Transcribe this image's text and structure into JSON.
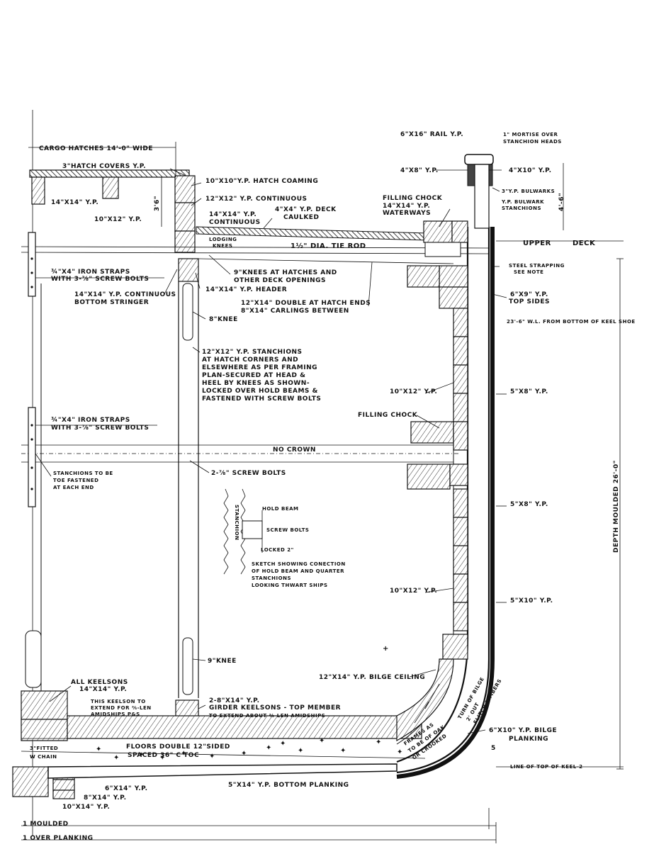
{
  "labels": {
    "cargo_hatches": "CARGO HATCHES 14'-0\" WIDE",
    "hatch_cover": "3\"HATCH COVERS Y.P.",
    "hatch_coaming": "10\"X10\"Y.P. HATCH COAMING",
    "y14": "14\"X14\" Y.P.",
    "y10x12_top": "10\"X12\" Y.P.",
    "continuous_12": "12\"X12\" Y.P. CONTINUOUS",
    "cont_14a": "14\"X14\" Y.P.",
    "cont_14b": "CONTINUOUS",
    "deck_a": "4\"X4\" Y.P. DECK",
    "deck_b": "CAULKED",
    "dim_36": "3'6\"",
    "lodging_knees_a": "LODGING",
    "lodging_knees_b": "KNEES",
    "tie_rod": "1½\" DIA. TIE ROD",
    "iron_straps1_a": "¾\"X4\" IRON STRAPS",
    "iron_straps1_b": "WITH 3-⅞\" SCREW BOLTS",
    "knees_hatch_a": "9\"KNEES AT HATCHES AND",
    "knees_hatch_b": "OTHER DECK OPENINGS",
    "bottom_stringer_a": "14\"X14\" Y.P. CONTINUOUS",
    "bottom_stringer_b": "BOTTOM STRINGER",
    "header": "14\"X14\" Y.P. HEADER",
    "double_a": "12\"X14\" DOUBLE AT HATCH ENDS",
    "double_b": "8\"X14\" CARLINGS BETWEEN",
    "knee8": "8\"KNEE",
    "stanchions_a": "12\"X12\" Y.P. STANCHIONS",
    "stanchions_b": "AT HATCH CORNERS AND",
    "stanchions_c": "ELSEWHERE AS PER FRAMING",
    "stanchions_d": "PLAN-SECURED AT HEAD &",
    "stanchions_e": "HEEL BY KNEES AS SHOWN-",
    "stanchions_f": "LOCKED OVER HOLD BEAMS &",
    "stanchions_g": "FASTENED WITH SCREW BOLTS",
    "iron_straps2_a": "¾\"X4\" IRON STRAPS",
    "iron_straps2_b": "WITH 3-⅞\" SCREW BOLTS",
    "no_crown": "NO CROWN",
    "toe_a": "STANCHIONS TO BE",
    "toe_b": "TOE FASTENED",
    "toe_c": "AT EACH END",
    "screw_bolts": "2-⅞\" SCREW BOLTS",
    "hold_beam": "HOLD BEAM",
    "screw_bolts_sk": "SCREW BOLTS",
    "locked": "LOCKED 2\"",
    "stanchion_v": "STANCHION",
    "sketch_a": "SKETCH SHOWING CONECTION",
    "sketch_b": "OF HOLD BEAM AND QUARTER",
    "sketch_c": "STANCHIONS",
    "sketch_d": "LOOKING THWART SHIPS",
    "knee9": "9\"KNEE",
    "keelsons_a": "ALL KEELSONS",
    "keelsons_b": "14\"X14\" Y.P.",
    "keelson_note_a": "THIS KEELSON TO",
    "keelson_note_b": "EXTEND FOR ⅗-LEN",
    "keelson_note_c": "AMIDSHIPS P&S",
    "girder_a": "2-8\"X14\" Y.P.",
    "girder_b": "GIRDER KEELSONS - TOP MEMBER",
    "girder_c": "TO EXTEND ABOUT ⅗-LEN AMIDSHIPS",
    "fitted_a": "3\"FITTED",
    "fitted_b": "W CHAIN",
    "floors_a": "FLOORS DOUBLE 12\"SIDED",
    "floors_b": "SPACED 36\" C TOC",
    "bottom_planking": "5\"X14\" Y.P. BOTTOM PLANKING",
    "k6x14": "6\"X14\" Y.P.",
    "k8x14": "8\"X14\" Y.P.",
    "k10x14": "10\"X14\" Y.P.",
    "moulded": "1 MOULDED",
    "over_planking": "1 OVER PLANKING",
    "rail": "6\"X16\" RAIL Y.P.",
    "mortise_a": "1\" MORTISE OVER",
    "mortise_b": "STANCHION HEADS",
    "y4x8": "4\"X8\" Y.P.",
    "y4x10": "4\"X10\" Y.P.",
    "filling_chock_a": "FILLING CHOCK",
    "waterways_a": "14\"X14\" Y.P.",
    "waterways_b": "WATERWAYS",
    "bulwarks": "3\"Y.P. BULWARKS",
    "bulwark_st_a": "Y.P. BULWARK",
    "bulwark_st_b": "STANCHIONS",
    "dim_46": "4'-6\"",
    "upper_deck_a": "UPPER",
    "upper_deck_b": "DECK",
    "steel_a": "STEEL STRAPPING",
    "steel_b": "SEE NOTE",
    "top_sides_a": "6\"X9\" Y.P.",
    "top_sides_b": "TOP SIDES",
    "waterline": "23'-6\" W.L. FROM BOTTOM OF KEEL SHOE",
    "y10x12_mid": "10\"X12\" Y.P.",
    "y5x8_a": "5\"X8\" Y.P.",
    "filling_chock_b": "FILLING CHOCK",
    "y5x8_b": "5\"X8\" Y.P.",
    "depth": "DEPTH MOULDED 26'-0\"",
    "y10x12_low": "10\"X12\" Y.P.",
    "y5x10": "5\"X10\" Y.P.",
    "bilge_ceiling": "12\"X14\" Y.P. BILGE CEILING",
    "turn_a": "TURN OF BILGE",
    "turn_b": "2' OUT",
    "turn_c": "FLITCH TIMBERS",
    "frames_a": "FRAMES AS",
    "frames_b": "TO BE OF OAK",
    "frames_c": "OR CROOKED",
    "bilge_planking_a": "6\"X10\" Y.P. BILGE",
    "bilge_planking_b": "PLANKING",
    "dim_5": "5",
    "keel_line": "LINE OF TOP OF KEEL-2"
  }
}
